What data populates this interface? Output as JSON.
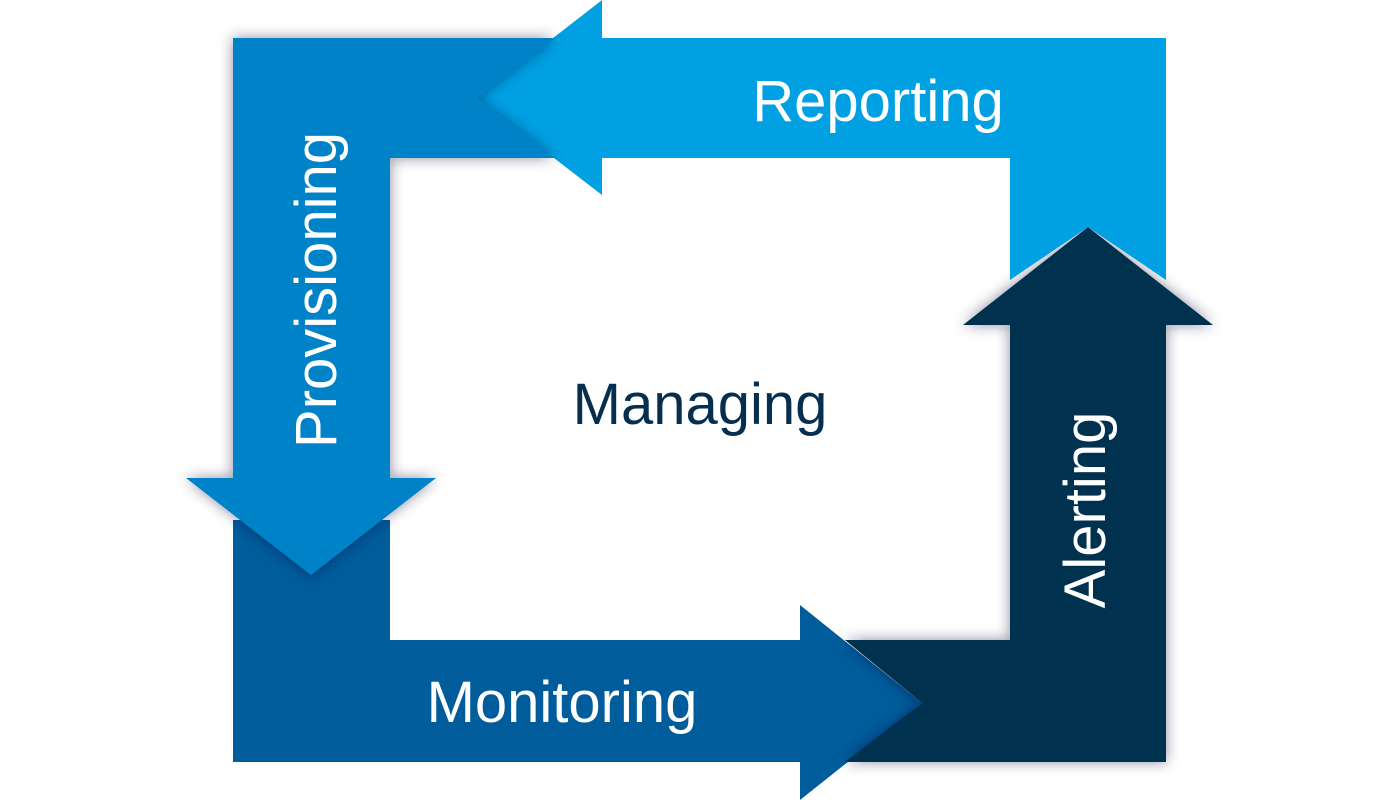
{
  "diagram": {
    "center_label": "Managing",
    "stages": [
      {
        "id": "reporting",
        "label": "Reporting",
        "color": "#00a0e3"
      },
      {
        "id": "provisioning",
        "label": "Provisioning",
        "color": "#0082c8"
      },
      {
        "id": "monitoring",
        "label": "Monitoring",
        "color": "#005c9b"
      },
      {
        "id": "alerting",
        "label": "Alerting",
        "color": "#00304f"
      }
    ],
    "center_label_color": "#062f4f",
    "label_color": "#ffffff"
  }
}
